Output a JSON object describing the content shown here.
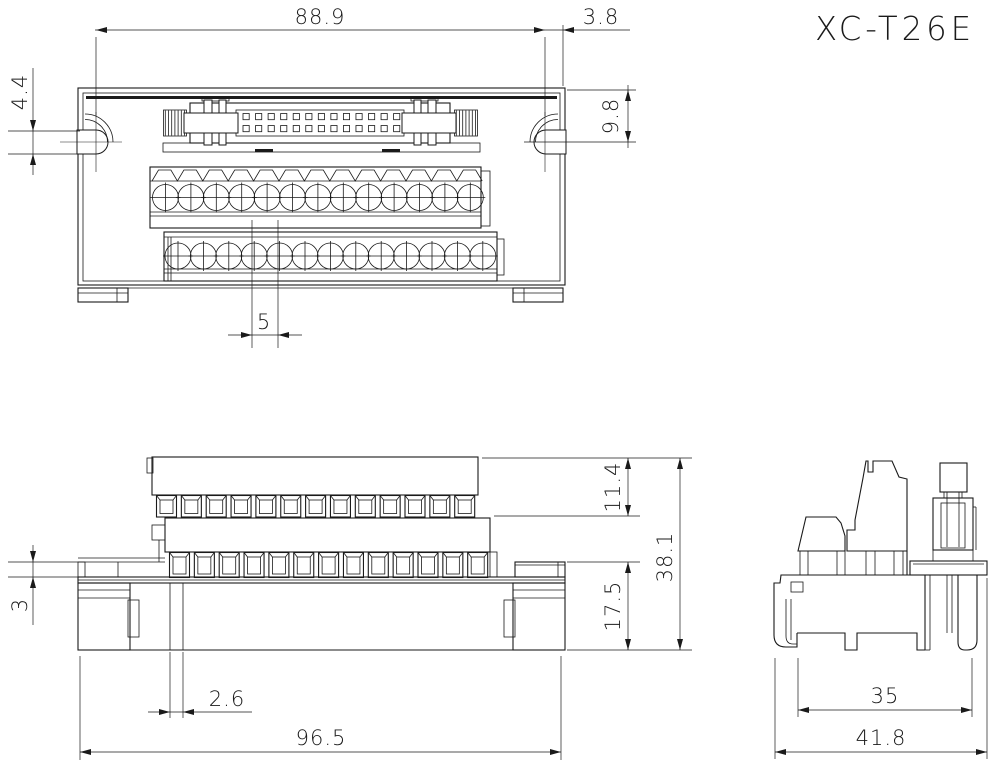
{
  "title": "XC-T26E",
  "colors": {
    "ink": "#1a1a1a",
    "paper": "#ffffff"
  },
  "drawing": {
    "terminal_rows": 2,
    "terminals_per_row": 13,
    "connector_pin_rows": 2,
    "connector_pins_per_row": 13,
    "front_slot_rows": 2,
    "front_slots_per_row": 13
  },
  "dims": {
    "top": {
      "mount_hole_span": "88.9",
      "hole_to_edge": "3.8",
      "slot_width": "4.4",
      "top_edge_to_hole": "9.8",
      "terminal_pitch": "5"
    },
    "front": {
      "plate_thickness": "3",
      "tier_height": "11.4",
      "overall_height": "38.1",
      "base_height": "17.5",
      "rib_width": "2.6",
      "overall_width": "96.5"
    },
    "side": {
      "din_rail_width": "35",
      "overall_depth": "41.8"
    }
  }
}
